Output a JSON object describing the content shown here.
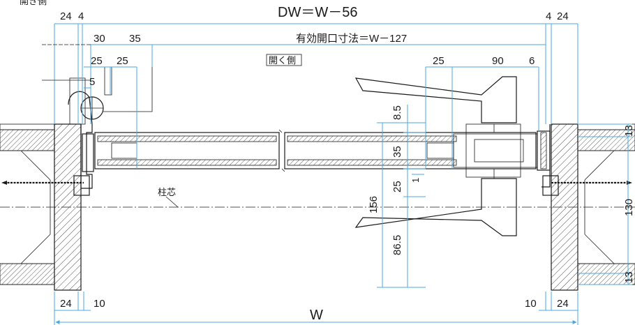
{
  "title_fragment": "開き側",
  "label_open_side": "開く側",
  "label_center": "柱芯",
  "top": {
    "dw": "DW＝W－56",
    "d24_left": "24",
    "d4_left": "4",
    "d4_right": "4",
    "d24_right": "24",
    "effective_opening": "有効開口寸法＝W－127",
    "d30": "30",
    "d35": "35",
    "d25a": "25",
    "d25b": "25",
    "d5": "5",
    "d25_right": "25",
    "d90": "90",
    "d6": "6"
  },
  "vertical": {
    "d8_5": "8.5",
    "d35": "35",
    "d25": "25",
    "d1": "1",
    "d156": "156",
    "d86_5": "86.5",
    "d13_top": "13",
    "d130": "130",
    "d13_bottom": "13"
  },
  "bottom": {
    "d24_left": "24",
    "d10_left": "10",
    "d10_right": "10",
    "d24_right": "24",
    "w": "W"
  },
  "colors": {
    "dimension_line": "#4aa8e0",
    "outline": "#1a1a1a"
  }
}
